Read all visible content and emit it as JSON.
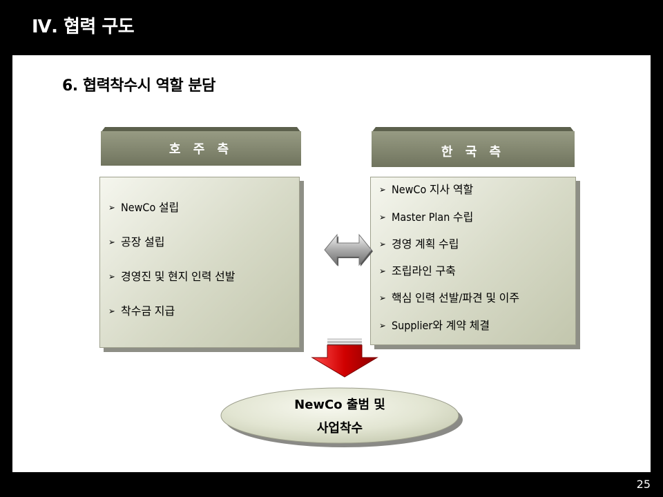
{
  "header": {
    "title": "Ⅳ. 협력 구도"
  },
  "subtitle": "6.  협력착수시  역할  분담",
  "australia": {
    "header": "호 주 측",
    "items": [
      "NewCo   설립",
      "공장  설립",
      "경영진  및  현지  인력  선발",
      "착수금  지급"
    ]
  },
  "korea": {
    "header": "한 국 측",
    "items": [
      "NewCo  지사  역할",
      "Master  Plan  수립",
      "경영  계획  수립",
      "조립라인  구축",
      "핵심  인력  선발/파견  및  이주",
      "Supplier와  계약  체결"
    ]
  },
  "result": {
    "line1": "NewCo  출범  및",
    "line2": "사업착수"
  },
  "bullet_symbol": "➢",
  "page_number": "25",
  "colors": {
    "background": "#000000",
    "slide": "#ffffff",
    "header_box": "#7c8069",
    "panel": "#d7dac7",
    "arrow_red": "#cc0000"
  }
}
